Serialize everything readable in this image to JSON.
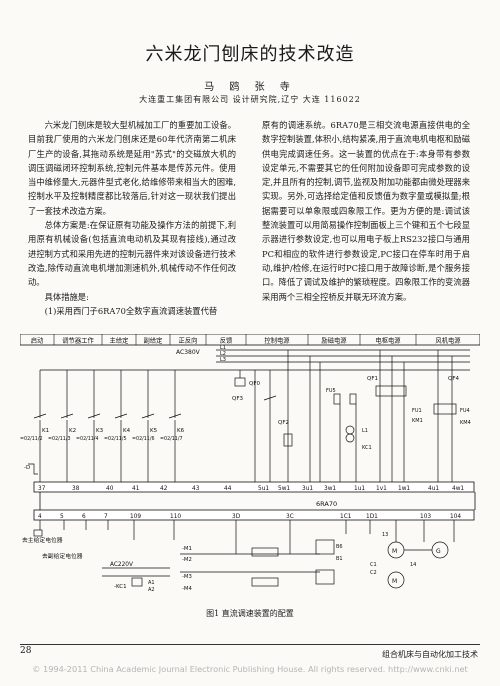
{
  "article": {
    "title": "六米龙门刨床的技术改造",
    "authors": "马 鸥 张 寺",
    "affiliation": "大连重工集团有限公司 设计研究院,辽宁 大连 116022"
  },
  "body": {
    "left": [
      "六米龙门刨床是较大型机械加工厂的重要加工设备。目前我厂使用的六米龙门刨床还是60年代济南第二机床厂生产的设备,其拖动系统是延用\"苏式\"的交磁放大机的调压调磁闭环控制系统,控制元件基本是传苏元件。使用当中维修量大,元器件型式老化,给维修带来相当大的困难,控制水平及控制精度都比较落后,针对这一现状我们提出了一套技术改造方案。",
      "总体方案是:在保证原有功能及操作方法的前提下,利用原有机械设备(包括直流电动机及其现有接线),通过改进控制方式和采用先进的控制元器件来对该设备进行技术改造,除传动直流电机增加测速机外,机械传动不作任何改动。",
      "具体措施是:",
      "(1)采用西门子6RA70全数字直流调速装置代替"
    ],
    "right": [
      "原有的调速系统。6RA70是三相交流电源直接供电的全数字控制装置,体积小,结构紧凑,用于直流电机电枢和励磁供电完成调速任务。这一装置的优点在于:本身带有参数设定单元,不需要其它的任何附加设备即可完成参数的设定,并且所有的控制,调节,监视及附加功能都由微处理器来实现。另外,可选择给定值和反馈值为数字量或模拟量;根据需要可以单象限或四象限工作。更为方便的是:调试该整流装置可以用简易操作控制面板上三个键和五个七段显示器进行参数设定,也可以用电子板上RS232接口与通用PC和相应的软件进行参数设定,PC接口在停车时用于启动,维护/检修,在运行时PC接口用于故障诊断,是个服务接口。降低了调试及维护的繁琐程度。四象限工作的变流器采用两个三相全控桥反并联无环流方案。"
    ]
  },
  "diagram": {
    "header_cells": [
      "启动",
      "调节器工作",
      "主给定",
      "副给定",
      "正反向",
      "反馈",
      "控制电源",
      "励磁电源",
      "电枢电源",
      "风机电源"
    ],
    "ac380": "AC380V",
    "bus": [
      "L1",
      "L2",
      "L3"
    ],
    "relays": [
      {
        "k": "K1",
        "code": "=02/11/2"
      },
      {
        "k": "K2",
        "code": "=02/11/3"
      },
      {
        "k": "K3",
        "code": "=02/11/4"
      },
      {
        "k": "K4",
        "code": "=02/11/5"
      },
      {
        "k": "K5",
        "code": "=02/11/6"
      },
      {
        "k": "K6",
        "code": "=02/11/7"
      }
    ],
    "breakers": [
      "QF0",
      "QF3",
      "QF1",
      "QF2",
      "QF4"
    ],
    "fuses": [
      "FU5",
      "FU1",
      "FU4"
    ],
    "misc_labels": [
      "KM1",
      "KM4",
      "L1",
      "L2",
      "KC1"
    ],
    "d_label": "-D",
    "terminals_top": [
      "37",
      "38",
      "40",
      "41",
      "42",
      "43",
      "44",
      "5u1",
      "5w1",
      "3u1",
      "3w1",
      "1u1",
      "1v1",
      "1w1",
      "4u1",
      "4w1"
    ],
    "device": "6RA70",
    "terminals_bottom": [
      "4",
      "5",
      "6",
      "7",
      "109",
      "110",
      "3D",
      "3C",
      "1C1",
      "1D1",
      "103",
      "104"
    ],
    "main_pot": "去主给定电位器",
    "aux_pot": "去副给定电位器",
    "ac220": "AC220V",
    "km_labels": [
      "-M1",
      "-M2",
      "-M3",
      "-M4"
    ],
    "kc_labels": [
      "-KC1"
    ],
    "motor_labels": [
      "M",
      "M",
      "G"
    ],
    "winding_labels": [
      "A1",
      "A2",
      "B6",
      "B1",
      "C1",
      "C2",
      "13",
      "14"
    ]
  },
  "caption": "图1 直流调速装置的配置",
  "footer": {
    "page": "28",
    "journal": "组合机床与自动化加工技术",
    "copyright": "© 1994-2011 China Academic Journal Electronic Publishing House. All rights reserved. http://www.cnki.net"
  }
}
